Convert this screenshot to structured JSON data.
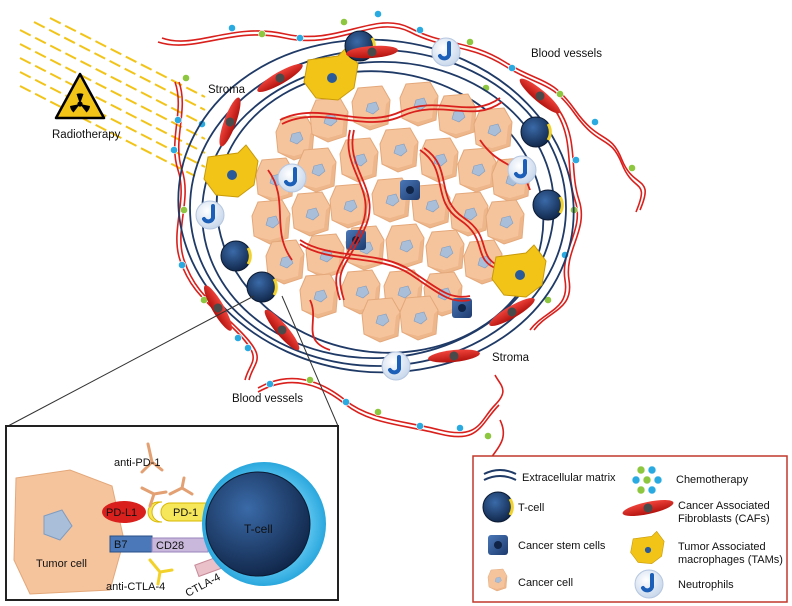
{
  "labels": {
    "radiotherapy": "Radiotherapy",
    "stroma_top": "Stroma",
    "stroma_bottom": "Stroma",
    "blood_vessels_top": "Blood vessels",
    "blood_vessels_bottom": "Blood vessels"
  },
  "inset": {
    "anti_pd1": "anti-PD-1",
    "pd_l1": "PD-L1",
    "pd_1": "PD-1",
    "b7": "B7",
    "cd28": "CD28",
    "ctla4": "CTLA-4",
    "anti_ctla4": "anti-CTLA-4",
    "tumor_cell": "Tumor cell",
    "t_cell": "T-cell"
  },
  "legend": {
    "extracellular_matrix": "Extracellular matrix",
    "chemotherapy": "Chemotherapy",
    "t_cell": "T-cell",
    "cafs_line1": "Cancer Associated",
    "cafs_line2": "Fibroblasts (CAFs)",
    "cancer_stem_cells": "Cancer stem cells",
    "tams_line1": "Tumor Associated",
    "tams_line2": "macrophages (TAMs)",
    "cancer_cell": "Cancer cell",
    "neutrophils": "Neutrophils"
  },
  "colors": {
    "vessel_red": "#d9201c",
    "matrix_navy": "#1f3a66",
    "cancer_cell_peach": "#f6c49c",
    "t_cell_navy": "#1a3a66",
    "tam_yellow": "#f2c418",
    "chemo_green": "#8dc63f",
    "chemo_blue": "#29abe2",
    "legend_border": "#c0392b",
    "radiation_yellow": "#f2c418"
  }
}
